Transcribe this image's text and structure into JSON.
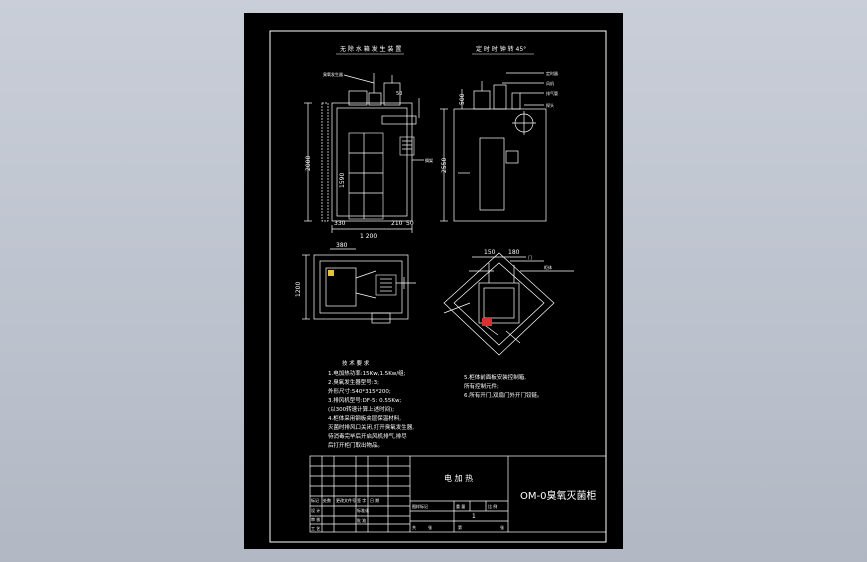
{
  "drawing": {
    "front_view_title": "无 除 水 箱 发 生 装 置",
    "side_view_title": "定 时 时 钟 转 45°",
    "dims": {
      "height_2000": "2000",
      "inner_1590": "1590",
      "width_1200": "1 200",
      "left_330": "330",
      "right_210": "210",
      "right_50": "50",
      "side_2550": "2550",
      "top_500": "500",
      "plan_380": "380",
      "plan_1200": "1200",
      "plan_150": "150",
      "plan_180": "180"
    },
    "callouts": {
      "ozone_gen": "臭氧发生器",
      "timer": "定时器",
      "fan": "风机",
      "shelf": "搁架",
      "door": "门",
      "vent_pipe": "排气管",
      "sensor": "探头",
      "cabinet": "柜体"
    }
  },
  "notes": {
    "heading": "技 术 要 求",
    "lines": [
      "1.电加热功率:15Kw,1.5Kw/组;",
      "2.臭氧发生器型号:3;",
      "  外形尺寸:540*315*200;",
      "3.排风机型号:DF-5: 0.55Kw;",
      "  (以300转速计算上述时间);",
      "4.柜体采用钢板夹层保温材料,",
      "  灭菌时排风口关闭,打开臭氧发生器,",
      "  待消毒完毕后开启风机排气,排尽",
      "  后打开柜门取出物品。"
    ],
    "right_lines": [
      "5.柜体前面板安装控制箱,",
      "  所有控制元件;",
      "6.所有开门,双扇门外开门铰链。"
    ]
  },
  "title_block": {
    "drawing_name": "电 加 热",
    "project_name": "OM-0臭氧灭菌柜",
    "scale_label": "图样标记",
    "sheet_no": "1",
    "designer": "设 计",
    "checker": "审 核",
    "craft": "工 艺",
    "standard": "标准化",
    "approve": "批 准",
    "weight": "重 量",
    "ratio": "比 例",
    "sheet_total": "共",
    "sheet_of": "第",
    "zhang1": "张",
    "zhang2": "张",
    "change_mark": "标记",
    "change_count": "处数",
    "change_file": "更改文件号",
    "sign": "签 字",
    "date": "日 期"
  }
}
